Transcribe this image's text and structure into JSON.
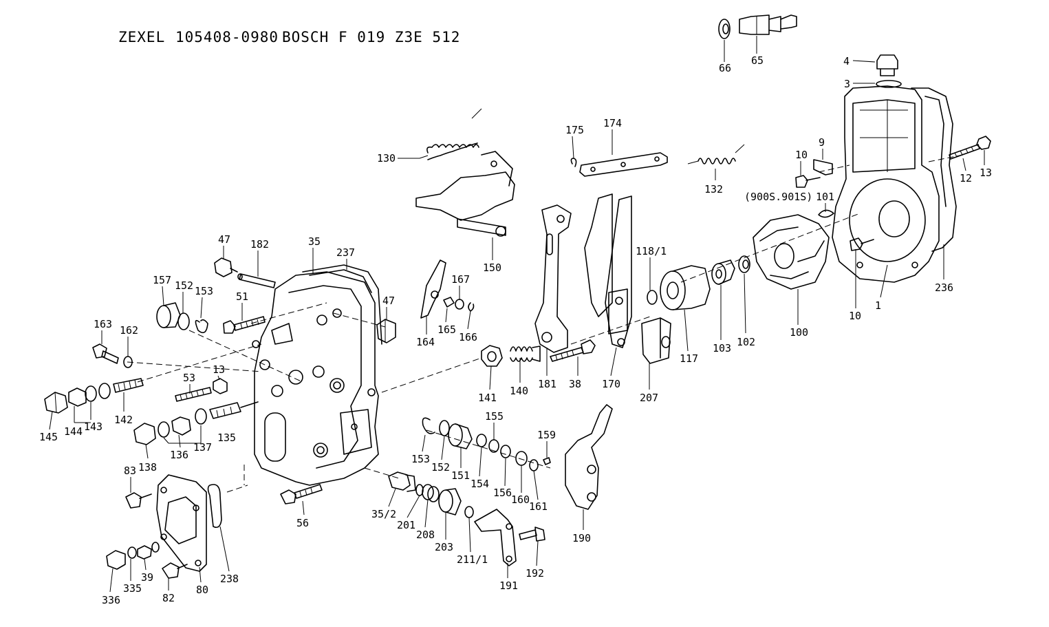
{
  "header": {
    "brand1": "ZEXEL",
    "part_no1": "105408-0980",
    "brand2": "BOSCH",
    "part_no2": "F 019 Z3E 512"
  },
  "labels": [
    "66",
    "65",
    "4",
    "3",
    "9",
    "10",
    "12",
    "13",
    "(900S.901S)",
    "101",
    "175",
    "174",
    "132",
    "130",
    "150",
    "47",
    "182",
    "35",
    "237",
    "157",
    "152",
    "153",
    "51",
    "163",
    "162",
    "53",
    "13",
    "145",
    "144",
    "143",
    "142",
    "136",
    "137",
    "135",
    "138",
    "83",
    "56",
    "35/2",
    "201",
    "208",
    "203",
    "211/1",
    "191",
    "192",
    "336",
    "335",
    "39",
    "82",
    "80",
    "238",
    "47",
    "167",
    "165",
    "166",
    "164",
    "141",
    "140",
    "181",
    "38",
    "170",
    "207",
    "118/1",
    "117",
    "103",
    "102",
    "100",
    "10",
    "1",
    "236",
    "153",
    "152",
    "151",
    "154",
    "155",
    "156",
    "160",
    "161",
    "159",
    "190"
  ]
}
